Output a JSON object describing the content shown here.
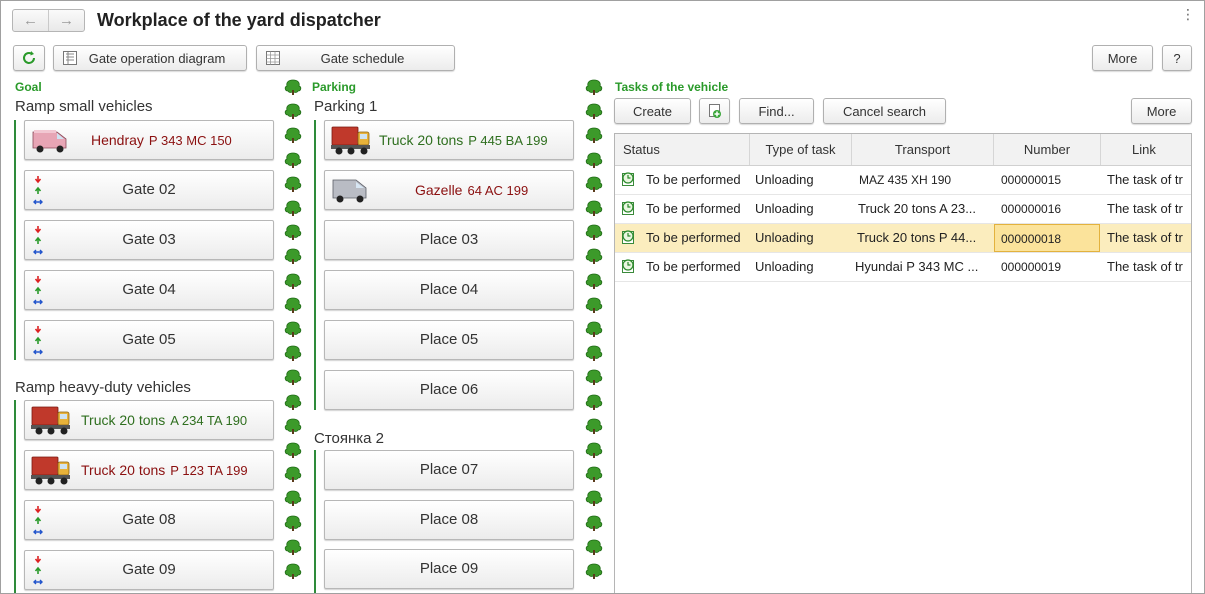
{
  "header": {
    "title": "Workplace of the yard dispatcher",
    "back_glyph": "←",
    "forward_glyph": "→",
    "kebab_glyph": "⋮"
  },
  "toolbar": {
    "gate_diagram_label": "Gate operation diagram",
    "gate_schedule_label": "Gate schedule",
    "more_label": "More",
    "help_label": "?"
  },
  "goal": {
    "label": "Goal",
    "groups": [
      {
        "title": "Ramp small vehicles",
        "tiles": [
          {
            "kind": "vehicle",
            "vehicle_icon": "van-pink-icon",
            "name": "Hendray",
            "plate": "P 343 MC 150",
            "color": "#8b1010"
          },
          {
            "kind": "gate",
            "label": "Gate 02"
          },
          {
            "kind": "gate",
            "label": "Gate 03"
          },
          {
            "kind": "gate",
            "label": "Gate 04"
          },
          {
            "kind": "gate",
            "label": "Gate 05"
          }
        ]
      },
      {
        "title": "Ramp heavy-duty vehicles",
        "tiles": [
          {
            "kind": "vehicle",
            "vehicle_icon": "truck-red-icon",
            "name": "Truck 20 tons",
            "plate": "A 234 TA 190",
            "color": "#2f6f1f"
          },
          {
            "kind": "vehicle",
            "vehicle_icon": "truck-red-icon",
            "name": "Truck 20 tons",
            "plate": "P 123 TA 199",
            "color": "#8b1010"
          },
          {
            "kind": "gate",
            "label": "Gate 08"
          },
          {
            "kind": "gate",
            "label": "Gate 09"
          }
        ]
      }
    ]
  },
  "parking": {
    "label": "Parking",
    "groups": [
      {
        "title": "Parking 1",
        "tiles": [
          {
            "kind": "vehicle",
            "vehicle_icon": "truck-red-icon",
            "name": "Truck 20 tons",
            "plate": "P 445 BA 199",
            "color": "#2f6f1f"
          },
          {
            "kind": "vehicle",
            "vehicle_icon": "van-grey-icon",
            "name": "Gazelle",
            "plate": "64 AC 199",
            "color": "#8b1010"
          },
          {
            "kind": "place",
            "label": "Place 03"
          },
          {
            "kind": "place",
            "label": "Place 04"
          },
          {
            "kind": "place",
            "label": "Place 05"
          },
          {
            "kind": "place",
            "label": "Place 06"
          }
        ]
      },
      {
        "title": "Стоянка 2",
        "tiles": [
          {
            "kind": "place",
            "label": "Place 07"
          },
          {
            "kind": "place",
            "label": "Place 08"
          },
          {
            "kind": "place",
            "label": "Place 09"
          }
        ]
      }
    ]
  },
  "tasks": {
    "label": "Tasks of the vehicle",
    "create_label": "Create",
    "find_label": "Find...",
    "cancel_search_label": "Cancel search",
    "more_label": "More",
    "columns": [
      "Status",
      "Type of task",
      "Transport",
      "Number",
      "Link"
    ],
    "rows": [
      {
        "status": "To be performed",
        "type": "Unloading",
        "transport": "MAZ  435 XH 190",
        "number": "000000015",
        "link": "The task of tr",
        "selected": false
      },
      {
        "status": "To be performed",
        "type": "Unloading",
        "transport": "Truck 20 tons  A 23...",
        "number": "000000016",
        "link": "The task of tr",
        "selected": false
      },
      {
        "status": "To be performed",
        "type": "Unloading",
        "transport": "Truck 20 tons  P 44...",
        "number": "000000018",
        "link": "The task of tr",
        "selected": true
      },
      {
        "status": "To be performed",
        "type": "Unloading",
        "transport": "Hyundai P 343 MC ...",
        "number": "000000019",
        "link": "The task of tr",
        "selected": false
      }
    ]
  },
  "colors": {
    "accent_green": "#2a9a2a",
    "selected_row": "#fbedbe",
    "plate_red": "#8b1010",
    "plate_green": "#2f6f1f"
  }
}
